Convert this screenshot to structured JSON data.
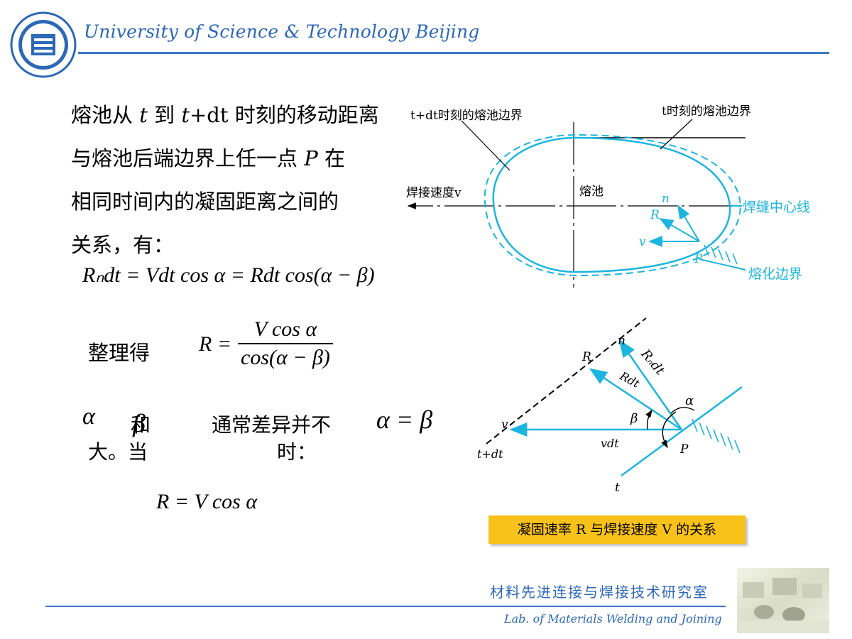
{
  "header": {
    "university": "University of Science & Technology Beijing"
  },
  "body": {
    "para": {
      "l1_a": "熔池从 ",
      "l1_t": "t",
      "l1_b": " 到 ",
      "l1_t2": "t",
      "l1_c": "+dt 时刻的移动距离",
      "l2_a": "与熔池后端边界上任一点 ",
      "l2_p": "P",
      "l2_b": " 在",
      "l3": "相同时间内的凝固距离之间的",
      "l4": "关系，有："
    },
    "eq1": "Rₙdt = Vdt cos α = Rdt cos(α − β)",
    "zhengli": "整理得",
    "eq2": {
      "lhs": "R =",
      "num": "V cos α",
      "den": "cos(α − β)"
    },
    "cond": {
      "alpha": "α",
      "he": "和",
      "beta": "β",
      "da": "大。当",
      "tongchang": "通常差异并不",
      "shi": "时：",
      "alpha_eq_beta": "α = β"
    },
    "eq3": "R = V cos α"
  },
  "diagram1": {
    "label_tdt": "t+dt时刻的熔池边界",
    "label_t": "t时刻的熔池边界",
    "label_speed": "焊接速度v",
    "label_pool": "熔池",
    "label_centerline": "焊缝中心线",
    "label_fusion": "熔化边界",
    "label_n": "n",
    "label_R": "R",
    "label_v": "v",
    "label_P": "P"
  },
  "diagram2": {
    "label_n": "n",
    "label_R": "R",
    "label_Rndt": "Rₙdt",
    "label_Rdt": "Rdt",
    "label_alpha": "α",
    "label_beta": "β",
    "label_v": "v",
    "label_vdt": "vdt",
    "label_tdt": "t+dt",
    "label_P": "P",
    "label_t": "t"
  },
  "caption": "凝固速率 R 与焊接速度 V 的关系",
  "footer": {
    "lab_cn": "材料先进连接与焊接技术研究室",
    "lab_en": "Lab. of Materials Welding and Joining"
  },
  "colors": {
    "accent_blue": "#2b68b8",
    "diagram_cyan": "#1bb5e0",
    "caption_bg": "#f9c21a"
  }
}
